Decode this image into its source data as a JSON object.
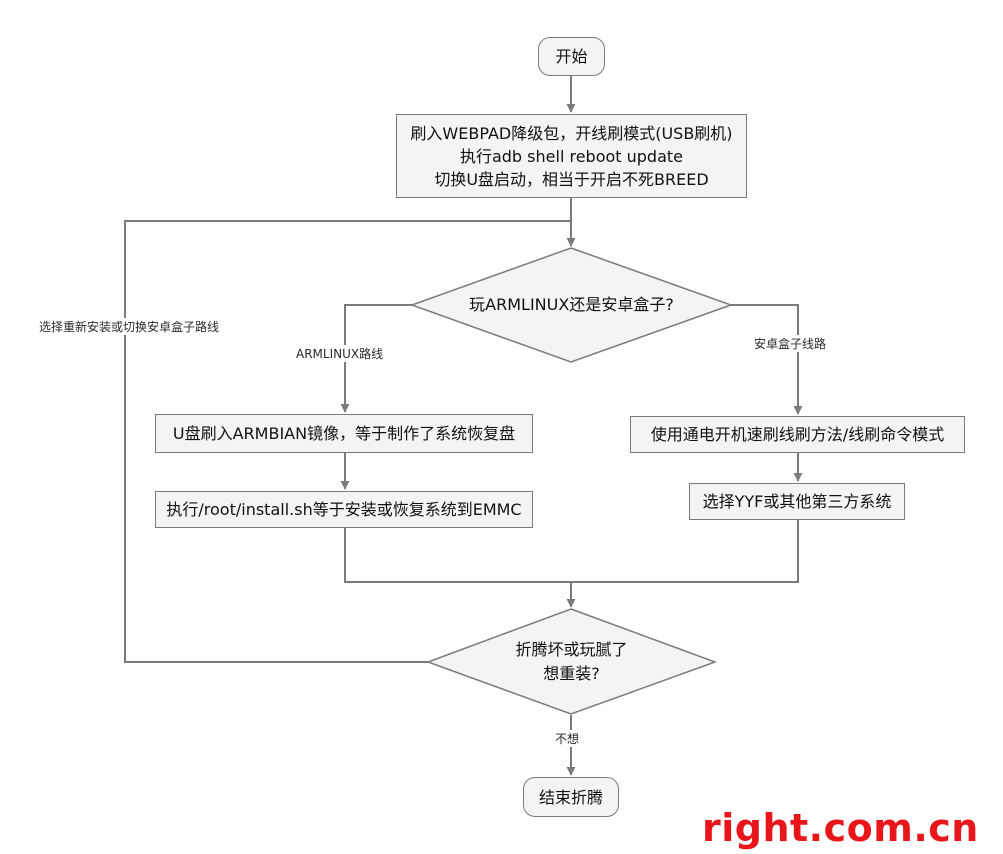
{
  "nodes": {
    "start": "开始",
    "step1": [
      "刷入WEBPAD降级包，开线刷模式(USB刷机)",
      "执行adb shell reboot update",
      "切换U盘启动，相当于开启不死BREED"
    ],
    "decision1": "玩ARMLINUX还是安卓盒子?",
    "left1": "U盘刷入ARMBIAN镜像，等于制作了系统恢复盘",
    "left2": "执行/root/install.sh等于安装或恢复系统到EMMC",
    "right1": "使用通电开机速刷线刷方法/线刷命令模式",
    "right2": "选择YYF或其他第三方系统",
    "decision2": [
      "折腾坏或玩腻了",
      "想重装?"
    ],
    "end": "结束折腾"
  },
  "labels": {
    "loop": "选择重新安装或切换安卓盒子路线",
    "armlinux": "ARMLINUX路线",
    "android": "安卓盒子线路",
    "no": "不想"
  },
  "watermark": "right.com.cn",
  "colors": {
    "line": "#7b7b7b",
    "box_fill": "#f4f4f4",
    "watermark": "#e8151b"
  }
}
